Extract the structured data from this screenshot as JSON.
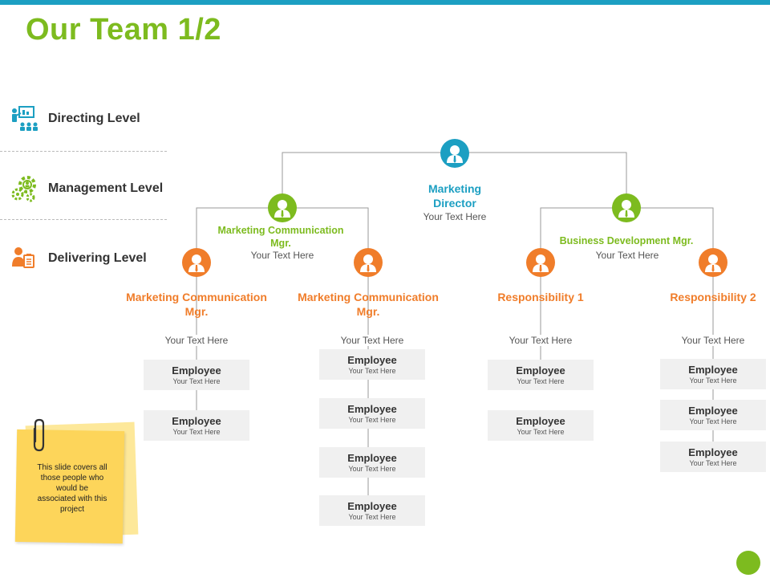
{
  "title": "Our Team 1/2",
  "colors": {
    "accent_blue": "#1c9fc2",
    "accent_green": "#7dbb1f",
    "accent_orange": "#f07d2a",
    "note_yellow": "#fdd55a"
  },
  "levels": [
    {
      "label": "Directing Level",
      "icon": "presentation-team-icon"
    },
    {
      "label": "Management Level",
      "icon": "gears-person-icon"
    },
    {
      "label": "Delivering Level",
      "icon": "person-clipboard-icon"
    }
  ],
  "director": {
    "title_line1": "Marketing",
    "title_line2": "Director",
    "text": "Your Text Here"
  },
  "managers": [
    {
      "title_line1": "Marketing Communication",
      "title_line2": "Mgr.",
      "text": "Your Text Here"
    },
    {
      "title_line1": "Business  Development Mgr.",
      "text": "Your Text Here"
    }
  ],
  "delivery": [
    {
      "title_line1": "Marketing Communication",
      "title_line2": "Mgr.",
      "text": "Your Text Here",
      "employees": [
        {
          "title": "Employee",
          "text": "Your Text Here"
        },
        {
          "title": "Employee",
          "text": "Your Text Here"
        }
      ]
    },
    {
      "title_line1": "Marketing Communication",
      "title_line2": "Mgr.",
      "text": "Your Text Here",
      "employees": [
        {
          "title": "Employee",
          "text": "Your Text Here"
        },
        {
          "title": "Employee",
          "text": "Your Text Here"
        },
        {
          "title": "Employee",
          "text": "Your Text Here"
        },
        {
          "title": "Employee",
          "text": "Your Text Here"
        }
      ]
    },
    {
      "title_line1": "Responsibility 1",
      "text": "Your Text Here",
      "employees": [
        {
          "title": "Employee",
          "text": "Your Text Here"
        },
        {
          "title": "Employee",
          "text": "Your Text Here"
        }
      ]
    },
    {
      "title_line1": "Responsibility 2",
      "text": "Your Text Here",
      "employees": [
        {
          "title": "Employee",
          "text": "Your Text Here"
        },
        {
          "title": "Employee",
          "text": "Your Text Here"
        },
        {
          "title": "Employee",
          "text": "Your Text Here"
        }
      ]
    }
  ],
  "note": {
    "text": "This slide covers all those people who would be associated with this project"
  }
}
